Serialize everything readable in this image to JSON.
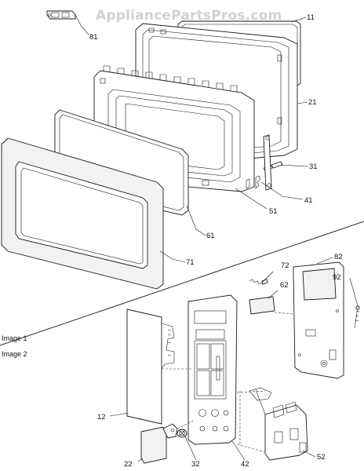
{
  "watermark": "AppliancePartsPros.com",
  "section_labels": [
    "Image 1",
    "Image 2"
  ],
  "part_labels": {
    "p81": "81",
    "p11": "11",
    "p21": "21",
    "p31": "31",
    "p41": "41",
    "p51": "51",
    "p61": "61",
    "p71": "71",
    "p72": "72",
    "p62": "62",
    "p82": "82",
    "p92": "92",
    "p12": "12",
    "p22": "22",
    "p32": "32",
    "p42": "42",
    "p52": "52"
  }
}
